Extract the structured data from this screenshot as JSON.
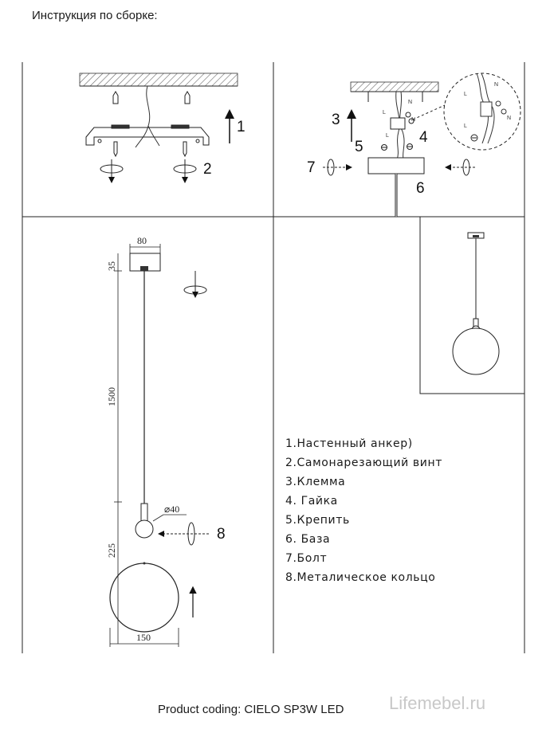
{
  "title": "Инструкция по сборке:",
  "step_labels": {
    "s1": "1",
    "s2": "2",
    "s3": "3",
    "s4": "4",
    "s5": "5",
    "s6": "6",
    "s7": "7",
    "s8": "8"
  },
  "wire_labels": {
    "live": "L",
    "neutral": "N"
  },
  "dimensions": {
    "width_80": "80",
    "height_35": "35",
    "length_1500": "1500",
    "diameter_40": "⌀40",
    "height_225": "225",
    "width_150": "150"
  },
  "legend": [
    "1.Настенный анкер)",
    "2.Самонарезающий винт",
    "3.Клемма",
    "4.  Гайка",
    "5.Крепить",
    "6.  База",
    "7.Болт",
    "8.Металическое кольцо"
  ],
  "footer": "Product coding: CIELO SP3W LED",
  "watermark": "Lifemebel.ru"
}
